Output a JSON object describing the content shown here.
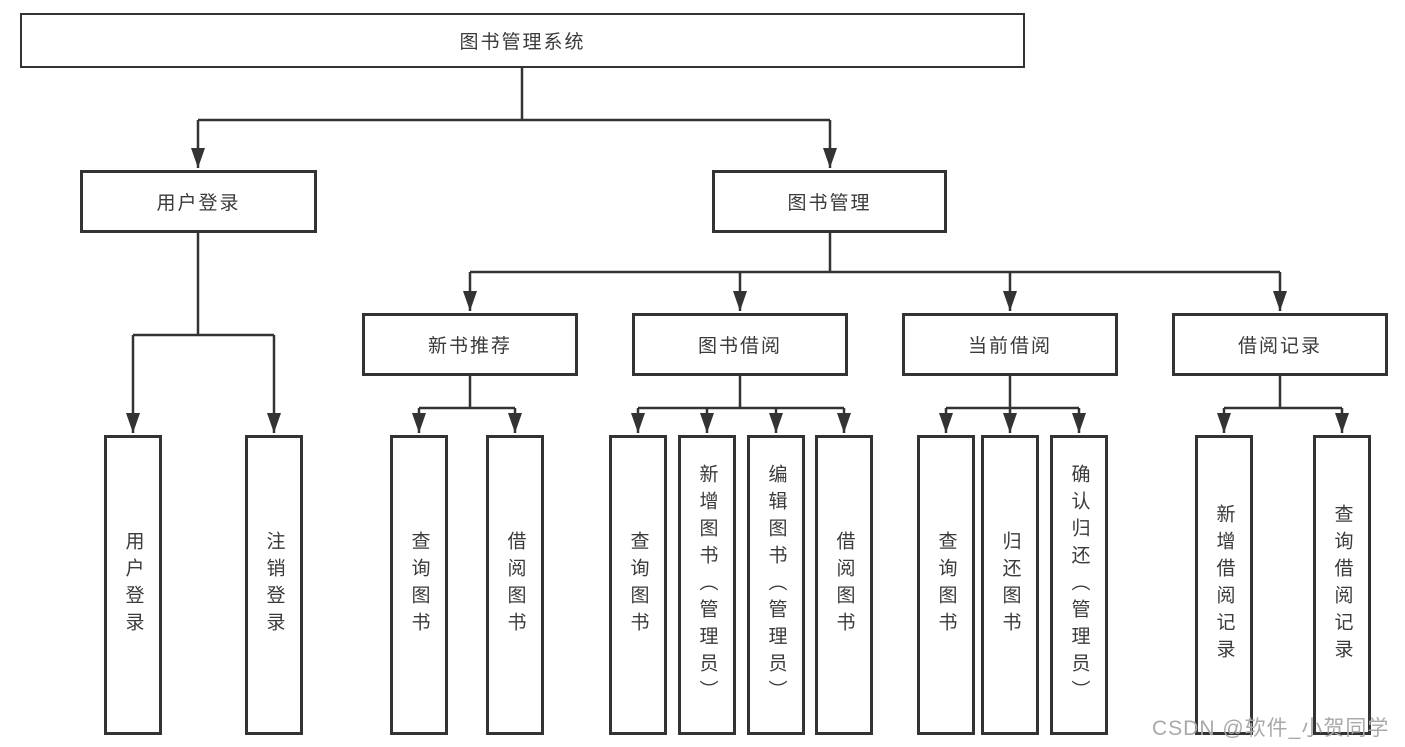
{
  "tree": {
    "root": "图书管理系统",
    "l2": [
      {
        "label": "用户登录",
        "children": [
          "用户登录",
          "注销登录"
        ]
      },
      {
        "label": "图书管理"
      }
    ],
    "l3": [
      {
        "label": "新书推荐",
        "children": [
          "查询图书",
          "借阅图书"
        ]
      },
      {
        "label": "图书借阅",
        "children": [
          "查询图书",
          "新增图书（管理员）",
          "编辑图书（管理员）",
          "借阅图书"
        ]
      },
      {
        "label": "当前借阅",
        "children": [
          "查询图书",
          "归还图书",
          "确认归还（管理员）"
        ]
      },
      {
        "label": "借阅记录",
        "children": [
          "新增借阅记录",
          "查询借阅记录"
        ]
      }
    ]
  },
  "watermark": "CSDN @软件_小贺同学",
  "colors": {
    "line": "#333333",
    "text": "#3a3a3a",
    "watermark": "#a9a9a9",
    "background": "#ffffff"
  }
}
